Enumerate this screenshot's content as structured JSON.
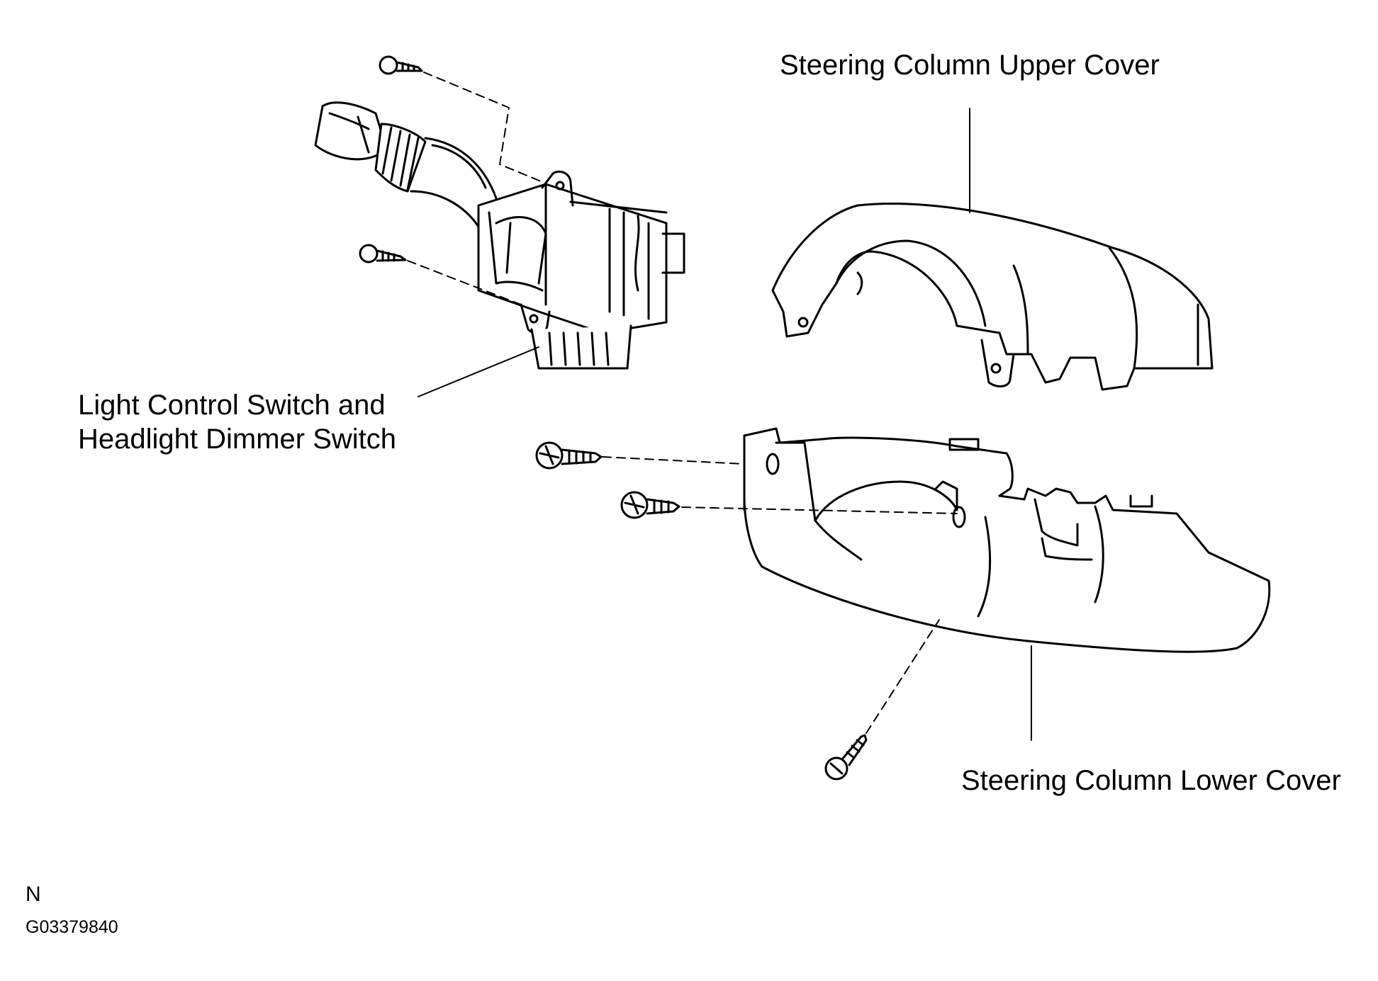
{
  "labels": {
    "upper_cover": "Steering Column Upper Cover",
    "lower_cover": "Steering Column Lower Cover",
    "switch_line1": "Light Control Switch and",
    "switch_line2": "Headlight Dimmer Switch"
  },
  "footer": {
    "north_marker": "N",
    "figure_code": "G03379840"
  },
  "colors": {
    "ink": "#000000",
    "paper": "#ffffff"
  }
}
